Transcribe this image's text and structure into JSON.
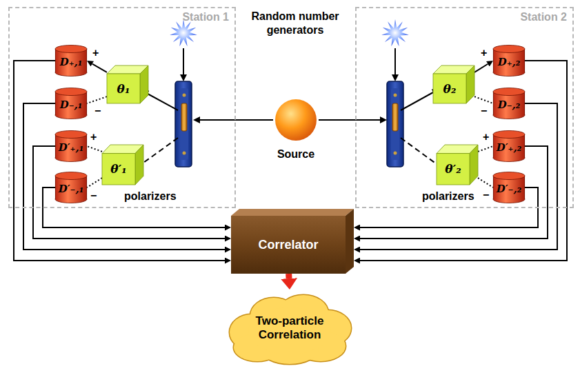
{
  "diagram": {
    "nodes": [
      {
        "text": [
          "Station 1"
        ]
      },
      {
        "text": [
          "D₊,₁"
        ],
        "in": 0
      },
      {
        "text": [
          "D₋,₁"
        ],
        "in": 0
      },
      {
        "text": [
          "D′₊,₁"
        ],
        "in": 0
      },
      {
        "text": [
          "D′₋,₁"
        ],
        "in": 0
      },
      {
        "text": [
          "θ₁"
        ],
        "in": 0
      },
      {
        "text": [
          "θ′₁"
        ],
        "in": 0
      },
      {
        "text": [
          "Source"
        ]
      },
      {
        "text": [
          "Station 2"
        ]
      },
      {
        "text": [
          "θ₂"
        ],
        "in": 8
      },
      {
        "text": [
          "θ′₂"
        ],
        "in": 8
      },
      {
        "text": [
          "D₊,₂"
        ],
        "in": 8
      },
      {
        "text": [
          "D₋,₂"
        ],
        "in": 8
      },
      {
        "text": [
          "D′₊,₂"
        ],
        "in": 8
      },
      {
        "text": [
          "D′₋,₂"
        ],
        "in": 8
      },
      {
        "text": [
          "Correlator"
        ]
      },
      {
        "text": [
          "Two-particle Correlation"
        ]
      }
    ],
    "edges": [
      {
        "from": 5,
        "to": 1,
        "arrow": "to"
      },
      {
        "from": 5,
        "to": 2,
        "arrow": "none"
      },
      {
        "from": 6,
        "to": 3,
        "arrow": "none"
      },
      {
        "from": 6,
        "to": 4,
        "arrow": "none"
      },
      {
        "from": 9,
        "to": 11,
        "arrow": "to"
      },
      {
        "from": 9,
        "to": 12,
        "arrow": "none"
      },
      {
        "from": 10,
        "to": 13,
        "arrow": "none"
      },
      {
        "from": 10,
        "to": 14,
        "arrow": "none"
      },
      {
        "from": 1,
        "to": 15,
        "arrow": "to"
      },
      {
        "from": 2,
        "to": 15,
        "arrow": "to"
      },
      {
        "from": 3,
        "to": 15,
        "arrow": "to"
      },
      {
        "from": 4,
        "to": 15,
        "arrow": "to"
      },
      {
        "from": 11,
        "to": 15,
        "arrow": "to"
      },
      {
        "from": 12,
        "to": 15,
        "arrow": "to"
      },
      {
        "from": 13,
        "to": 15,
        "arrow": "to"
      },
      {
        "from": 14,
        "to": 15,
        "arrow": "to"
      },
      {
        "from": 15,
        "to": 16,
        "arrow": "to"
      }
    ],
    "labels": [
      "+",
      "−",
      "+",
      "−",
      "Random number generators",
      "+",
      "−",
      "+",
      "−",
      "polarizers",
      "polarizers"
    ]
  }
}
